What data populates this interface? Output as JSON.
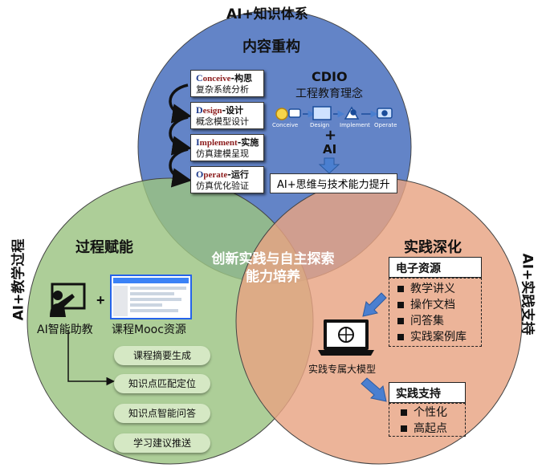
{
  "outer_labels": {
    "top": "AI+知识体系",
    "left": "AI+教学过程",
    "right": "AI+实践支持"
  },
  "center": {
    "line1": "创新实践与自主探索",
    "line2": "能力培养"
  },
  "top_circle": {
    "title": "内容重构",
    "cdio_steps": [
      {
        "initial": "C",
        "en": "onceive",
        "zh": "-构思",
        "desc": "复杂系统分析"
      },
      {
        "initial": "D",
        "en": "esign",
        "zh": "-设计",
        "desc": "概念模型设计"
      },
      {
        "initial": "I",
        "en": "mplement",
        "zh": "-实施",
        "desc": "仿真建模呈现"
      },
      {
        "initial": "O",
        "en": "perate",
        "zh": "-运行",
        "desc": "仿真优化验证"
      }
    ],
    "cdio_title": "CDIO",
    "cdio_subtitle": "工程教育理念",
    "flow_labels": [
      "Conceive",
      "Design",
      "Implement",
      "Operate"
    ],
    "plus": "+",
    "ai": "AI",
    "result": "AI+思维与技术能力提升"
  },
  "left_circle": {
    "title": "过程赋能",
    "plus": "+",
    "ai_assist_label": "AI智能助教",
    "mooc_label": "课程Mooc资源",
    "functions": [
      "课程摘要生成",
      "知识点匹配定位",
      "知识点智能问答",
      "学习建议推送"
    ]
  },
  "right_circle": {
    "title": "实践深化",
    "resource_title": "电子资源",
    "resources": [
      "教学讲义",
      "操作文档",
      "问答集",
      "实践案例库"
    ],
    "model_label": "实践专属大模型",
    "support_title": "实践支持",
    "support_items": [
      "个性化",
      "高起点"
    ]
  },
  "colors": {
    "top_circle": "#5b7dc4",
    "left_circle": "#9bc381",
    "right_circle": "#e8a483",
    "arrow_blue": "#4a7fd0",
    "curve_arrow": "#1a1a1a"
  }
}
